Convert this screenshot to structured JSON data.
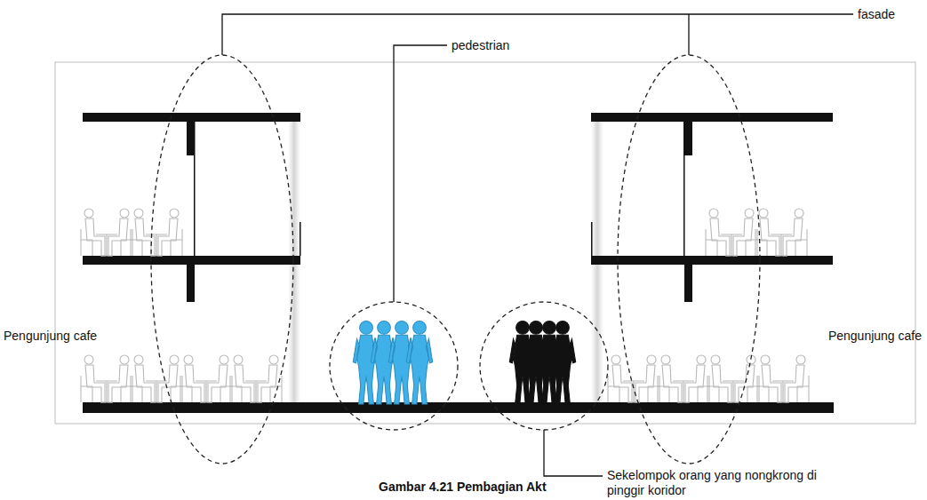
{
  "diagram": {
    "caption": "Gambar 4.21 Pembagian Akt",
    "labels": [
      "fasade",
      "pedestrian",
      "Pengunjung cafe",
      "Pengunjung cafe",
      "Sekelompok orang yang nongkrong di pinggir koridor"
    ]
  }
}
